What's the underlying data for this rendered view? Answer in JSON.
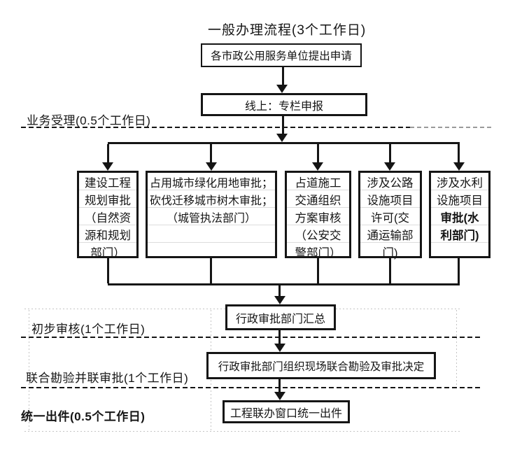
{
  "title": "一般办理流程(3个工作日)",
  "flow": {
    "apply_box": "各市政公用服务单位提出申请",
    "online_box": "线上：专栏申报",
    "parallel_boxes": [
      {
        "text": "建设工程\n规划审批\n（自然资\n源和规划\n部门）"
      },
      {
        "text": "占用城市绿化用地审批；\n砍伐迁移城市树木审批；\n（城管执法部门）"
      },
      {
        "text": "占道施工\n交通组织\n方案审核\n（公安交\n警部门）"
      },
      {
        "text": "涉及公路\n设施项目\n许可(交\n通运输部\n门)"
      },
      {
        "text": "涉及水利\n设施项目\n",
        "bold_text": "审批(水\n利部门)"
      }
    ],
    "summary_box": "行政审批部门汇总",
    "joint_box": "行政审批部门组织现场联合勘验及审批决定",
    "output_box": "工程联办窗口统一出件"
  },
  "sections": [
    {
      "label": "业务受理(0.5个工作日)"
    },
    {
      "label": "初步审核(1个工作日)"
    },
    {
      "label": "联合勘验并联审批(1个工作日)"
    },
    {
      "label": "统一出件(0.5个工作日)"
    }
  ],
  "colors": {
    "line": "#151515",
    "faint_grid": "#c4c4c4",
    "dash_gray": "#9a9a9a",
    "background": "#ffffff"
  }
}
